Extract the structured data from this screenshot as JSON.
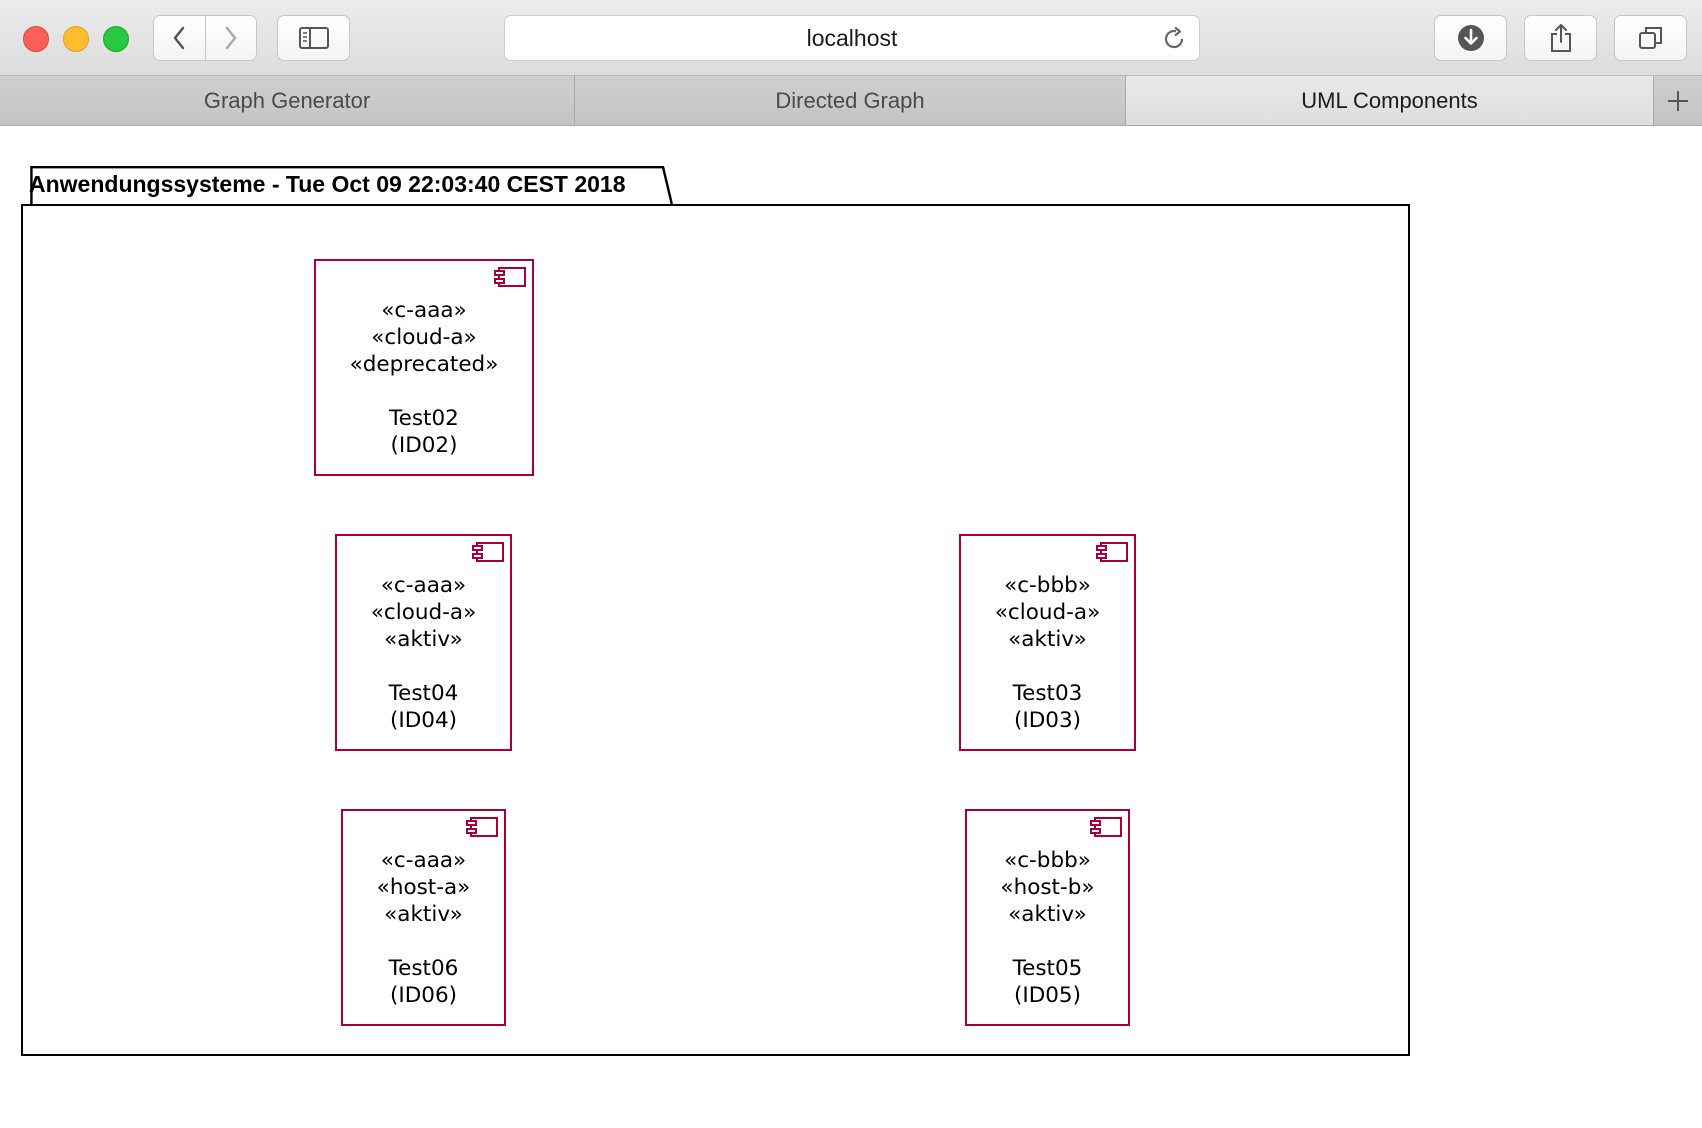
{
  "browser": {
    "url": "localhost",
    "tabs": [
      {
        "label": "Graph Generator",
        "active": false
      },
      {
        "label": "Directed Graph",
        "active": false
      },
      {
        "label": "UML Components",
        "active": true
      }
    ]
  },
  "diagram": {
    "package_title": "Anwendungssysteme - Tue Oct 09 22:03:40 CEST 2018",
    "border_color": "#a80036",
    "components": [
      {
        "stereotypes": [
          "«c-aaa»",
          "«cloud-a»",
          "«deprecated»"
        ],
        "name": "Test02",
        "id": "(ID02)"
      },
      {
        "stereotypes": [
          "«c-aaa»",
          "«cloud-a»",
          "«aktiv»"
        ],
        "name": "Test04",
        "id": "(ID04)"
      },
      {
        "stereotypes": [
          "«c-bbb»",
          "«cloud-a»",
          "«aktiv»"
        ],
        "name": "Test03",
        "id": "(ID03)"
      },
      {
        "stereotypes": [
          "«c-aaa»",
          "«host-a»",
          "«aktiv»"
        ],
        "name": "Test06",
        "id": "(ID06)"
      },
      {
        "stereotypes": [
          "«c-bbb»",
          "«host-b»",
          "«aktiv»"
        ],
        "name": "Test05",
        "id": "(ID05)"
      }
    ]
  }
}
